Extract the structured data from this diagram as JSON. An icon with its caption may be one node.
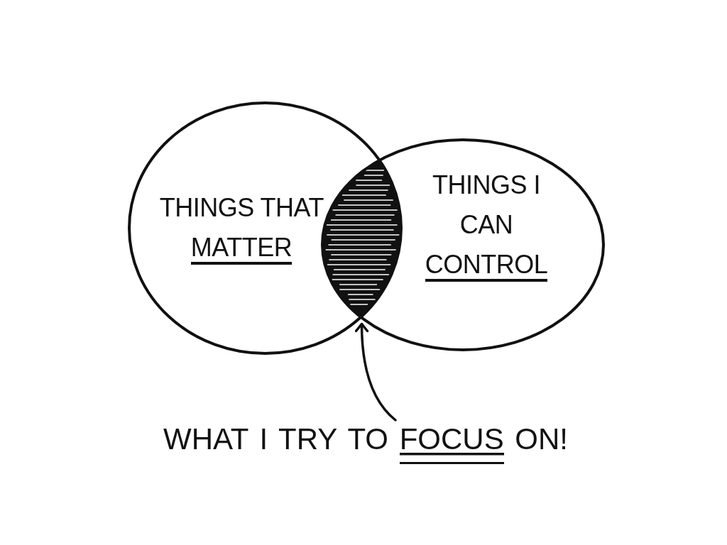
{
  "diagram": {
    "nodes": [
      {
        "text": [
          "THINGS THAT MATTER"
        ]
      },
      {
        "text": [],
        "shape": "lens"
      },
      {
        "text": [
          "THINGS I CAN CONTROL"
        ]
      },
      {
        "text": [
          "WHAT I TRY TO FOCUS ON!"
        ]
      }
    ],
    "edges": [
      {
        "from": 3,
        "to": 1,
        "arrow": "to"
      }
    ]
  }
}
